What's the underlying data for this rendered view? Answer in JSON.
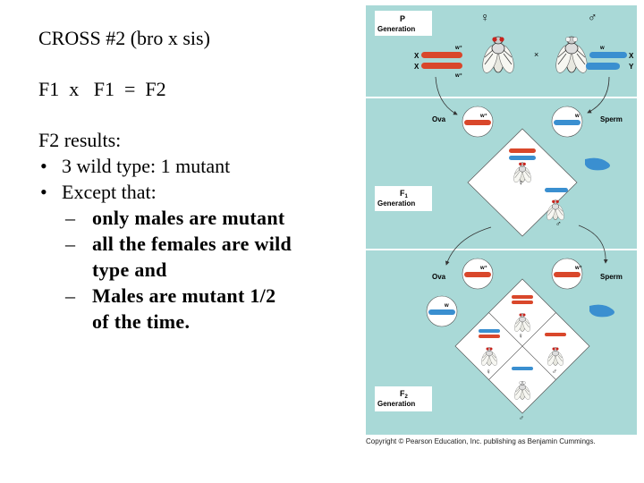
{
  "slide": {
    "title": "CROSS #2 (bro x sis)",
    "equation": "F1  x   F1  =  F2",
    "results_heading": "F2 results:",
    "bullets": [
      "3 wild type: 1 mutant",
      "Except that:"
    ],
    "subpoints": [
      {
        "lines": [
          "only males are mutant"
        ]
      },
      {
        "lines": [
          "all the females are wild",
          "type and"
        ]
      },
      {
        "lines": [
          "Males are mutant 1/2",
          "of the time."
        ]
      }
    ]
  },
  "figure": {
    "generations": [
      {
        "symbol": "P",
        "label": "Generation"
      },
      {
        "symbol": "F",
        "subscript": "1",
        "label": "Generation"
      },
      {
        "symbol": "F",
        "subscript": "2",
        "label": "Generation"
      }
    ],
    "female_symbol": "♀",
    "male_symbol": "♂",
    "cross_symbol": "×",
    "ova_label": "Ova",
    "sperm_label": "Sperm",
    "chromosome_x": "X",
    "chromosome_y": "Y",
    "allele_wild": "w⁺",
    "allele_mutant": "w",
    "colors": {
      "panel_bg": "#a9d9d7",
      "panel_border": "#ffffff",
      "x_chromosome": "#d9472b",
      "mutant_chromosome": "#3a8fd0",
      "y_chromosome": "#3a8fd0",
      "fly_eye_red": "#c8231c",
      "fly_eye_white": "#f4f4f4"
    }
  },
  "copyright": "Copyright © Pearson Education, Inc. publishing as Benjamin Cummings."
}
